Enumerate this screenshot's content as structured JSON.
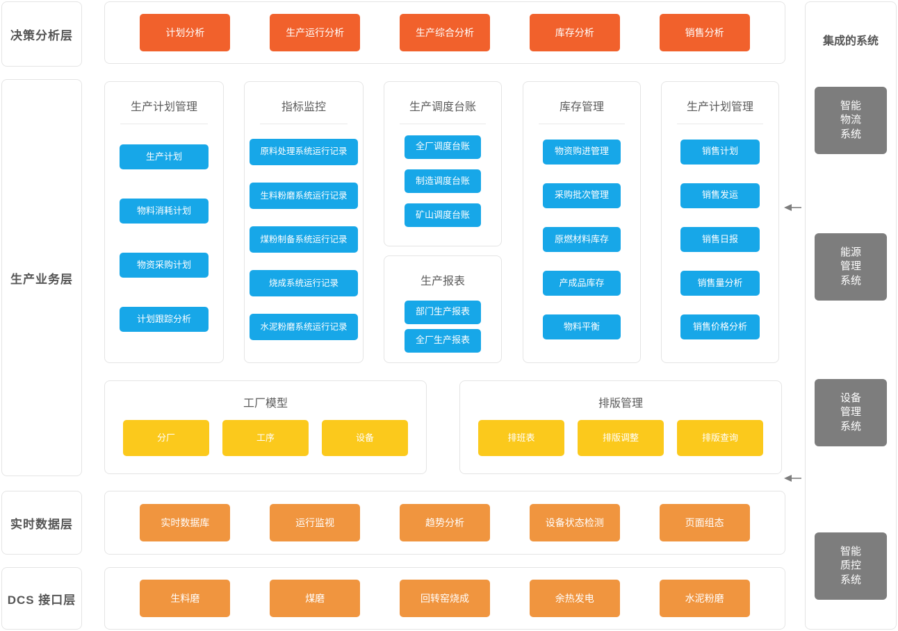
{
  "layers": {
    "decision": "决策分析层",
    "business": "生产业务层",
    "realtime": "实时数据层",
    "dcs": "DCS 接口层"
  },
  "decision_row": {
    "items": [
      "计划分析",
      "生产运行分析",
      "生产综合分析",
      "库存分析",
      "销售分析"
    ]
  },
  "business_groups": [
    {
      "title": "生产计划管理",
      "items": [
        "生产计划",
        "物料消耗计划",
        "物资采购计划",
        "计划跟踪分析"
      ]
    },
    {
      "title": "指标监控",
      "items": [
        "原料处理系统运行记录",
        "生料粉磨系统运行记录",
        "煤粉制备系统运行记录",
        "烧成系统运行记录",
        "水泥粉磨系统运行记录"
      ]
    },
    {
      "title": "生产调度台账",
      "items": [
        "全厂调度台账",
        "制造调度台账",
        "矿山调度台账"
      ]
    },
    {
      "title": "生产报表",
      "items": [
        "部门生产报表",
        "全厂生产报表"
      ]
    },
    {
      "title": "库存管理",
      "items": [
        "物资购进管理",
        "采购批次管理",
        "原燃材料库存",
        "产成品库存",
        "物料平衡"
      ]
    },
    {
      "title": "生产计划管理",
      "items": [
        "销售计划",
        "销售发运",
        "销售日报",
        "销售量分析",
        "销售价格分析"
      ]
    }
  ],
  "mid_bands": [
    {
      "title": "工厂模型",
      "items": [
        "分厂",
        "工序",
        "设备"
      ]
    },
    {
      "title": "排版管理",
      "items": [
        "排班表",
        "排版调整",
        "排版查询"
      ]
    }
  ],
  "realtime_row": {
    "items": [
      "实时数据库",
      "运行监视",
      "趋势分析",
      "设备状态检测",
      "页面组态"
    ]
  },
  "dcs_row": {
    "items": [
      "生料磨",
      "煤磨",
      "回转窑烧成",
      "余热发电",
      "水泥粉磨"
    ]
  },
  "integrated": {
    "title": "集成的系统",
    "items": [
      "智能\n物流\n系统",
      "能源\n管理\n系统",
      "设备\n管理\n系统",
      "智能\n质控\n系统"
    ],
    "items_lines": [
      [
        "智能",
        "物流",
        "系统"
      ],
      [
        "能源",
        "管理",
        "系统"
      ],
      [
        "设备",
        "管理",
        "系统"
      ],
      [
        "智能",
        "质控",
        "系统"
      ]
    ]
  },
  "colors": {
    "orange_red": "#f1612c",
    "blue": "#17a7e8",
    "amber": "#f0953f",
    "yellow": "#fbc91c",
    "gray": "#7d7d7d",
    "card_border": "#e4e4e4",
    "text": "#555555"
  }
}
